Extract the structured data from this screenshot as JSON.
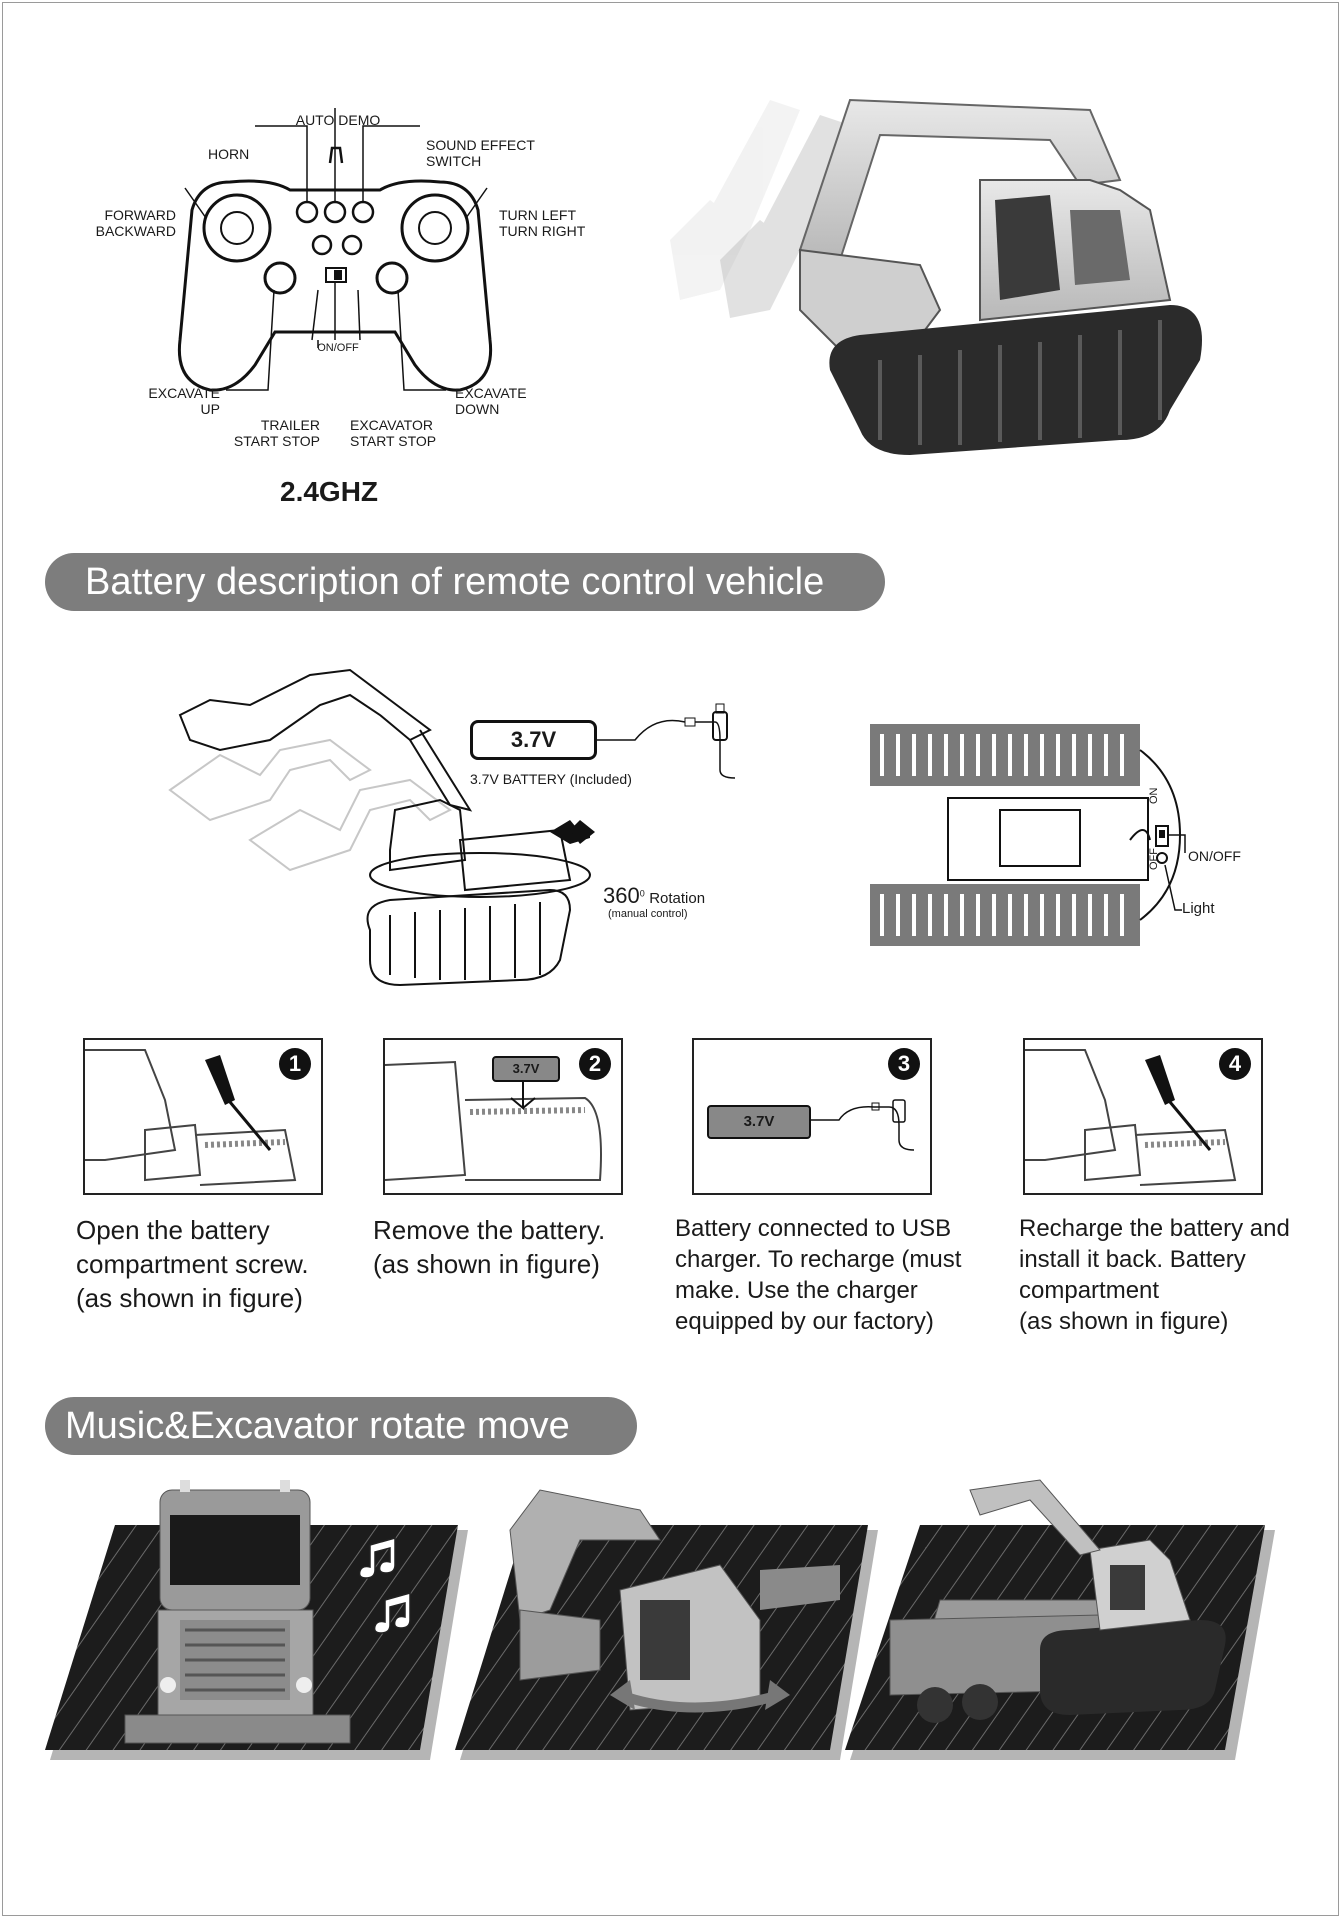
{
  "controller": {
    "labels": {
      "auto_demo": "AUTO DEMO",
      "horn": "HORN",
      "sound_effect": [
        "SOUND EFFECT",
        "SWITCH"
      ],
      "forward_backward": [
        "FORWARD",
        "BACKWARD"
      ],
      "turn": [
        "TURN LEFT",
        "TURN RIGHT"
      ],
      "on_off": "ON/OFF",
      "excavate_up": [
        "EXCAVATE",
        "UP"
      ],
      "excavate_down": [
        "EXCAVATE",
        "DOWN"
      ],
      "trailer": [
        "TRAILER",
        "START  STOP"
      ],
      "excavator": [
        "EXCAVATOR",
        "START  STOP"
      ]
    },
    "frequency": "2.4GHZ"
  },
  "battery_section": {
    "title": "Battery description of remote control vehicle",
    "battery_label": "3.7V",
    "battery_caption": "3.7V BATTERY (Included)",
    "rotation_number": "360",
    "rotation_degree": "0",
    "rotation_word": "Rotation",
    "rotation_note": "(manual control)",
    "switch_on": "ON",
    "switch_off": "OFF",
    "on_off_label": "ON/OFF",
    "light_label": "Light"
  },
  "steps": [
    {
      "number": "1",
      "lines": [
        "Open the battery",
        "compartment screw.",
        "(as shown in figure)"
      ]
    },
    {
      "number": "2",
      "battery": "3.7V",
      "lines": [
        "Remove the battery.",
        "(as shown in figure)"
      ]
    },
    {
      "number": "3",
      "battery": "3.7V",
      "lines": [
        "Battery connected to USB",
        "charger. To recharge (must",
        "make. Use the charger",
        "equipped by our factory)"
      ]
    },
    {
      "number": "4",
      "lines": [
        "Recharge the battery and",
        "install it back. Battery",
        "compartment",
        "(as shown in figure)"
      ]
    }
  ],
  "music_section": {
    "title": "Music&Excavator rotate move"
  }
}
